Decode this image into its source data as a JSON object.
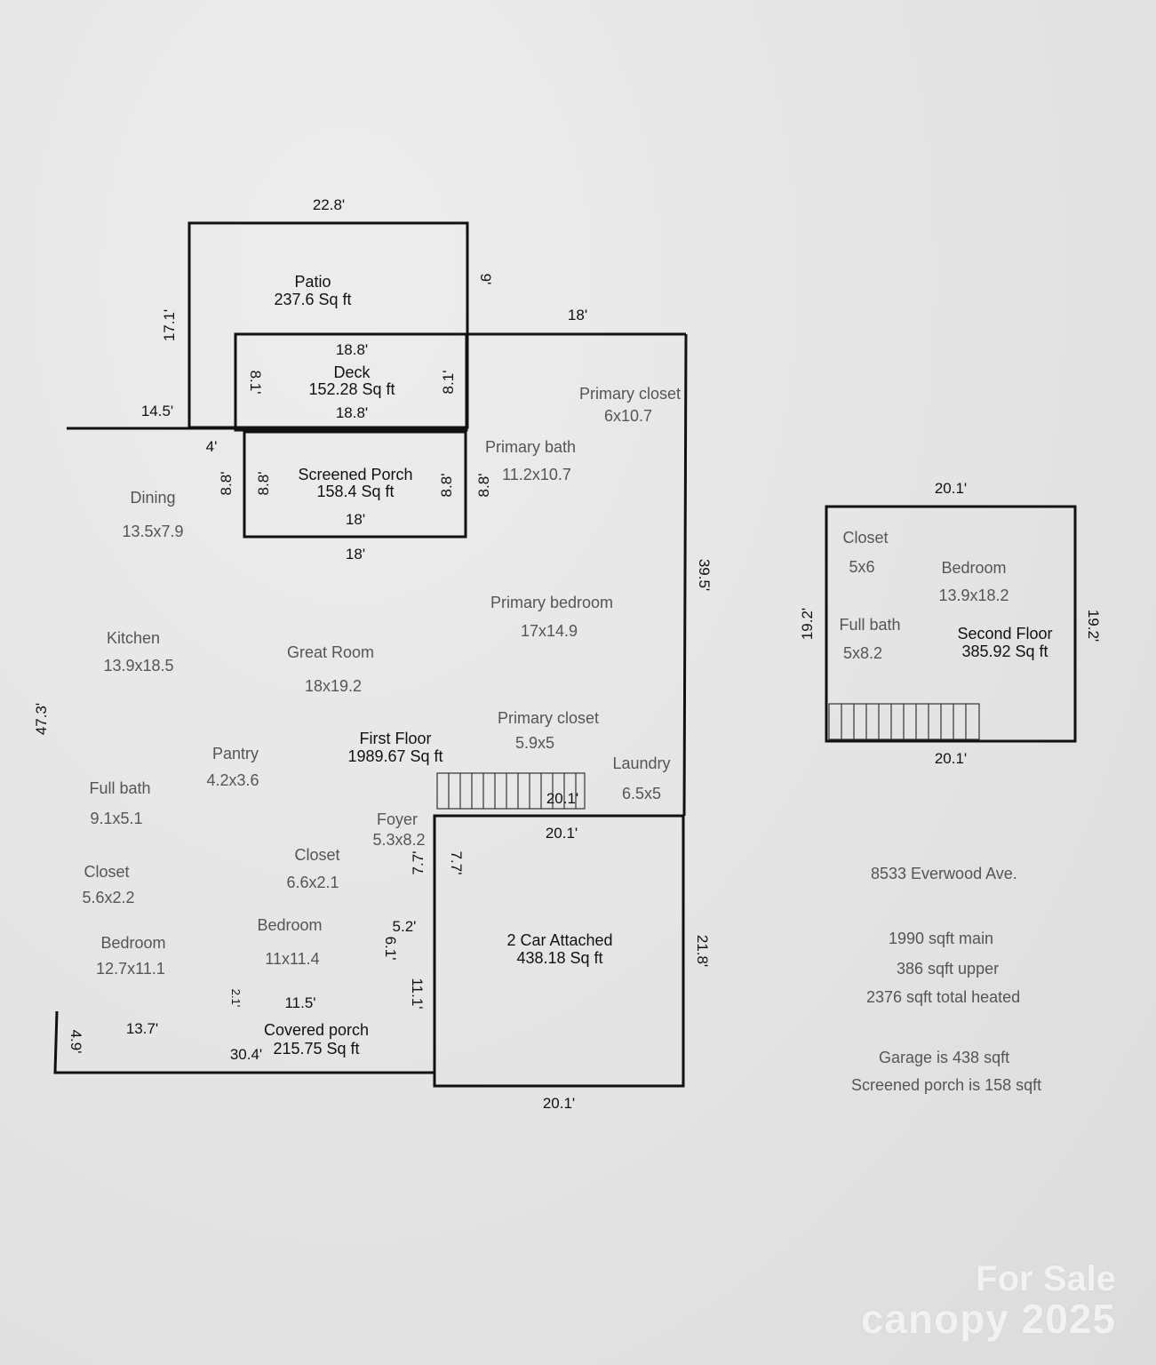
{
  "first_floor": {
    "title": "First Floor",
    "area": "1989.67 Sq ft"
  },
  "second_floor": {
    "title": "Second Floor",
    "area": "385.92 Sq ft"
  },
  "areas": {
    "patio_name": "Patio",
    "patio_area": "237.6 Sq ft",
    "deck_name": "Deck",
    "deck_area": "152.28 Sq ft",
    "screened_name": "Screened Porch",
    "screened_area": "158.4 Sq ft",
    "garage_name": "2 Car Attached",
    "garage_area": "438.18 Sq ft",
    "covered_name": "Covered porch",
    "covered_area": "215.75 Sq ft"
  },
  "rooms": [
    {
      "id": "dining",
      "name": "Dining",
      "size": "13.5x7.9"
    },
    {
      "id": "kitchen",
      "name": "Kitchen",
      "size": "13.9x18.5"
    },
    {
      "id": "great-room",
      "name": "Great Room",
      "size": "18x19.2"
    },
    {
      "id": "pantry",
      "name": "Pantry",
      "size": "4.2x3.6"
    },
    {
      "id": "full-bath-1",
      "name": "Full bath",
      "size": "9.1x5.1"
    },
    {
      "id": "closet-1",
      "name": "Closet",
      "size": "5.6x2.2"
    },
    {
      "id": "bedroom-1",
      "name": "Bedroom",
      "size": "12.7x11.1"
    },
    {
      "id": "closet-2",
      "name": "Closet",
      "size": "6.6x2.1"
    },
    {
      "id": "bedroom-2",
      "name": "Bedroom",
      "size": "11x11.4"
    },
    {
      "id": "foyer",
      "name": "Foyer",
      "size": "5.3x8.2"
    },
    {
      "id": "primary-closet-1",
      "name": "Primary closet",
      "size": "6x10.7"
    },
    {
      "id": "primary-bath",
      "name": "Primary bath",
      "size": "11.2x10.7"
    },
    {
      "id": "primary-bedroom",
      "name": "Primary bedroom",
      "size": "17x14.9"
    },
    {
      "id": "primary-closet-2",
      "name": "Primary closet",
      "size": "5.9x5"
    },
    {
      "id": "laundry",
      "name": "Laundry",
      "size": "6.5x5"
    },
    {
      "id": "closet-up",
      "name": "Closet",
      "size": "5x6"
    },
    {
      "id": "bedroom-up",
      "name": "Bedroom",
      "size": "13.9x18.2"
    },
    {
      "id": "full-bath-up",
      "name": "Full bath",
      "size": "5x8.2"
    }
  ],
  "dimensions": {
    "patio_top": "22.8'",
    "patio_left": "17.1'",
    "patio_right": "9'",
    "deck_top": "18.8'",
    "deck_left": "8.1'",
    "deck_right": "8.1'",
    "deck_bottom": "18.8'",
    "main_top_right": "18'",
    "left_top": "14.5'",
    "left_gap": "4'",
    "porch_left_outer": "8.8'",
    "porch_left": "8.8'",
    "porch_right": "8.8'",
    "porch_right_outer": "8.8'",
    "porch_inner_bottom": "18'",
    "porch_bottom": "18'",
    "right_side": "39.5'",
    "left_side": "47.3'",
    "stair_width": "20.1'",
    "garage_top": "20.1'",
    "garage_right": "21.8'",
    "garage_bottom": "20.1'",
    "foyer_left": "7.7'",
    "foyer_right": "7.7'",
    "step_top": "5.2'",
    "step_side": "6.1'",
    "step_inner": "11.1'",
    "bottom_mid": "11.5'",
    "bottom_step": "2.1'",
    "bottom_left": "13.7'",
    "porch_depth": "4.9'",
    "porch_width": "30.4'",
    "upper_top": "20.1'",
    "upper_bottom": "20.1'",
    "upper_left": "19.2'",
    "upper_right": "19.2'"
  },
  "notes": {
    "address": "8533 Everwood Ave.",
    "main": "1990 sqft main",
    "upper": "386 sqft upper",
    "total": "2376 sqft total heated",
    "garage": "Garage is 438 sqft",
    "screened": "Screened porch is 158 sqft"
  },
  "watermark": {
    "line1": "For Sale",
    "line2": "canopy 2025"
  },
  "colors": {
    "paper": "#e6e6e6",
    "line": "#111111",
    "room_text": "#555555"
  }
}
